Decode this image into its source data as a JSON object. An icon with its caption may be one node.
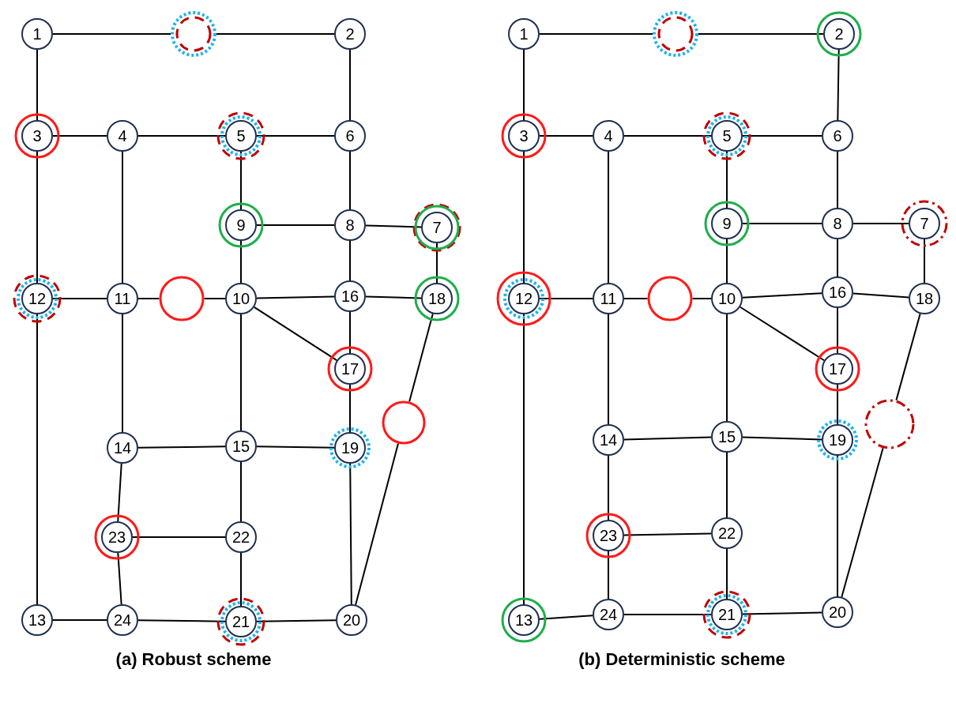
{
  "diagram": {
    "nodes": [
      {
        "text": [
          "1"
        ]
      },
      {
        "text": [
          "2"
        ]
      },
      {
        "text": [
          "3"
        ]
      },
      {
        "text": [
          "4"
        ]
      },
      {
        "text": [
          "5"
        ]
      },
      {
        "text": [
          "6"
        ]
      },
      {
        "text": [
          "7"
        ]
      },
      {
        "text": [
          "8"
        ]
      },
      {
        "text": [
          "9"
        ]
      },
      {
        "text": [
          "10"
        ]
      },
      {
        "text": [
          "11"
        ]
      },
      {
        "text": [
          "12"
        ]
      },
      {
        "text": [
          "13"
        ]
      },
      {
        "text": [
          "14"
        ]
      },
      {
        "text": [
          "15"
        ]
      },
      {
        "text": [
          "16"
        ]
      },
      {
        "text": [
          "17"
        ]
      },
      {
        "text": [
          "18"
        ]
      },
      {
        "text": [
          "19"
        ]
      },
      {
        "text": [
          "20"
        ]
      },
      {
        "text": [
          "21"
        ]
      },
      {
        "text": [
          "22"
        ]
      },
      {
        "text": [
          "23"
        ]
      },
      {
        "text": [
          "24"
        ]
      },
      {
        "text": [],
        "shape": "circle"
      },
      {
        "text": [],
        "shape": "circle"
      },
      {
        "text": [],
        "shape": "circle"
      },
      {
        "text": [
          "1"
        ]
      },
      {
        "text": [
          "2"
        ]
      },
      {
        "text": [
          "3"
        ]
      },
      {
        "text": [
          "4"
        ]
      },
      {
        "text": [
          "5"
        ]
      },
      {
        "text": [
          "6"
        ]
      },
      {
        "text": [
          "7"
        ]
      },
      {
        "text": [
          "8"
        ]
      },
      {
        "text": [
          "9"
        ]
      },
      {
        "text": [
          "10"
        ]
      },
      {
        "text": [
          "11"
        ]
      },
      {
        "text": [
          "12"
        ]
      },
      {
        "text": [
          "13"
        ]
      },
      {
        "text": [
          "14"
        ]
      },
      {
        "text": [
          "15"
        ]
      },
      {
        "text": [
          "16"
        ]
      },
      {
        "text": [
          "17"
        ]
      },
      {
        "text": [
          "18"
        ]
      },
      {
        "text": [
          "19"
        ]
      },
      {
        "text": [
          "20"
        ]
      },
      {
        "text": [
          "21"
        ]
      },
      {
        "text": [
          "22"
        ]
      },
      {
        "text": [
          "23"
        ]
      },
      {
        "text": [
          "24"
        ]
      },
      {
        "text": [],
        "shape": "circle"
      },
      {
        "text": [],
        "shape": "circle"
      },
      {
        "text": [],
        "shape": "circle"
      }
    ],
    "edges": [
      {
        "from": 0,
        "to": 24,
        "arrow": "none"
      },
      {
        "from": 24,
        "to": 1,
        "arrow": "none"
      },
      {
        "from": 0,
        "to": 2,
        "arrow": "none"
      },
      {
        "from": 1,
        "to": 5,
        "arrow": "none"
      },
      {
        "from": 2,
        "to": 3,
        "arrow": "none"
      },
      {
        "from": 3,
        "to": 4,
        "arrow": "none"
      },
      {
        "from": 4,
        "to": 5,
        "arrow": "none"
      },
      {
        "from": 2,
        "to": 11,
        "arrow": "none"
      },
      {
        "from": 3,
        "to": 10,
        "arrow": "none"
      },
      {
        "from": 4,
        "to": 8,
        "arrow": "none"
      },
      {
        "from": 5,
        "to": 7,
        "arrow": "none"
      },
      {
        "from": 8,
        "to": 7,
        "arrow": "none"
      },
      {
        "from": 7,
        "to": 6,
        "arrow": "none"
      },
      {
        "from": 6,
        "to": 17,
        "arrow": "none"
      },
      {
        "from": 7,
        "to": 15,
        "arrow": "none"
      },
      {
        "from": 8,
        "to": 9,
        "arrow": "none"
      },
      {
        "from": 11,
        "to": 10,
        "arrow": "none"
      },
      {
        "from": 10,
        "to": 25,
        "arrow": "none"
      },
      {
        "from": 25,
        "to": 9,
        "arrow": "none"
      },
      {
        "from": 9,
        "to": 15,
        "arrow": "none"
      },
      {
        "from": 15,
        "to": 17,
        "arrow": "none"
      },
      {
        "from": 9,
        "to": 16,
        "arrow": "none"
      },
      {
        "from": 15,
        "to": 16,
        "arrow": "none"
      },
      {
        "from": 10,
        "to": 13,
        "arrow": "none"
      },
      {
        "from": 9,
        "to": 14,
        "arrow": "none"
      },
      {
        "from": 16,
        "to": 18,
        "arrow": "none"
      },
      {
        "from": 13,
        "to": 14,
        "arrow": "none"
      },
      {
        "from": 14,
        "to": 18,
        "arrow": "none"
      },
      {
        "from": 13,
        "to": 22,
        "arrow": "none"
      },
      {
        "from": 14,
        "to": 21,
        "arrow": "none"
      },
      {
        "from": 18,
        "to": 19,
        "arrow": "none"
      },
      {
        "from": 17,
        "to": 26,
        "arrow": "none"
      },
      {
        "from": 26,
        "to": 19,
        "arrow": "none"
      },
      {
        "from": 11,
        "to": 12,
        "arrow": "none"
      },
      {
        "from": 22,
        "to": 21,
        "arrow": "none"
      },
      {
        "from": 22,
        "to": 23,
        "arrow": "none"
      },
      {
        "from": 21,
        "to": 20,
        "arrow": "none"
      },
      {
        "from": 12,
        "to": 23,
        "arrow": "none"
      },
      {
        "from": 23,
        "to": 20,
        "arrow": "none"
      },
      {
        "from": 20,
        "to": 19,
        "arrow": "none"
      },
      {
        "from": 27,
        "to": 51,
        "arrow": "none"
      },
      {
        "from": 51,
        "to": 28,
        "arrow": "none"
      },
      {
        "from": 27,
        "to": 29,
        "arrow": "none"
      },
      {
        "from": 28,
        "to": 32,
        "arrow": "none"
      },
      {
        "from": 29,
        "to": 30,
        "arrow": "none"
      },
      {
        "from": 30,
        "to": 31,
        "arrow": "none"
      },
      {
        "from": 31,
        "to": 32,
        "arrow": "none"
      },
      {
        "from": 29,
        "to": 38,
        "arrow": "none"
      },
      {
        "from": 30,
        "to": 37,
        "arrow": "none"
      },
      {
        "from": 31,
        "to": 35,
        "arrow": "none"
      },
      {
        "from": 32,
        "to": 34,
        "arrow": "none"
      },
      {
        "from": 35,
        "to": 34,
        "arrow": "none"
      },
      {
        "from": 34,
        "to": 33,
        "arrow": "none"
      },
      {
        "from": 33,
        "to": 44,
        "arrow": "none"
      },
      {
        "from": 34,
        "to": 42,
        "arrow": "none"
      },
      {
        "from": 35,
        "to": 36,
        "arrow": "none"
      },
      {
        "from": 38,
        "to": 37,
        "arrow": "none"
      },
      {
        "from": 37,
        "to": 52,
        "arrow": "none"
      },
      {
        "from": 52,
        "to": 36,
        "arrow": "none"
      },
      {
        "from": 36,
        "to": 42,
        "arrow": "none"
      },
      {
        "from": 42,
        "to": 44,
        "arrow": "none"
      },
      {
        "from": 36,
        "to": 43,
        "arrow": "none"
      },
      {
        "from": 42,
        "to": 43,
        "arrow": "none"
      },
      {
        "from": 37,
        "to": 40,
        "arrow": "none"
      },
      {
        "from": 36,
        "to": 41,
        "arrow": "none"
      },
      {
        "from": 43,
        "to": 45,
        "arrow": "none"
      },
      {
        "from": 40,
        "to": 41,
        "arrow": "none"
      },
      {
        "from": 41,
        "to": 45,
        "arrow": "none"
      },
      {
        "from": 40,
        "to": 49,
        "arrow": "none"
      },
      {
        "from": 41,
        "to": 48,
        "arrow": "none"
      },
      {
        "from": 45,
        "to": 46,
        "arrow": "none"
      },
      {
        "from": 44,
        "to": 53,
        "arrow": "none"
      },
      {
        "from": 53,
        "to": 46,
        "arrow": "none"
      },
      {
        "from": 38,
        "to": 39,
        "arrow": "none"
      },
      {
        "from": 49,
        "to": 48,
        "arrow": "none"
      },
      {
        "from": 49,
        "to": 50,
        "arrow": "none"
      },
      {
        "from": 48,
        "to": 47,
        "arrow": "none"
      },
      {
        "from": 39,
        "to": 50,
        "arrow": "none"
      },
      {
        "from": 50,
        "to": 47,
        "arrow": "none"
      },
      {
        "from": 47,
        "to": 46,
        "arrow": "none"
      }
    ],
    "labels": [
      "(a) Robust scheme",
      "(b) Deterministic scheme"
    ]
  }
}
